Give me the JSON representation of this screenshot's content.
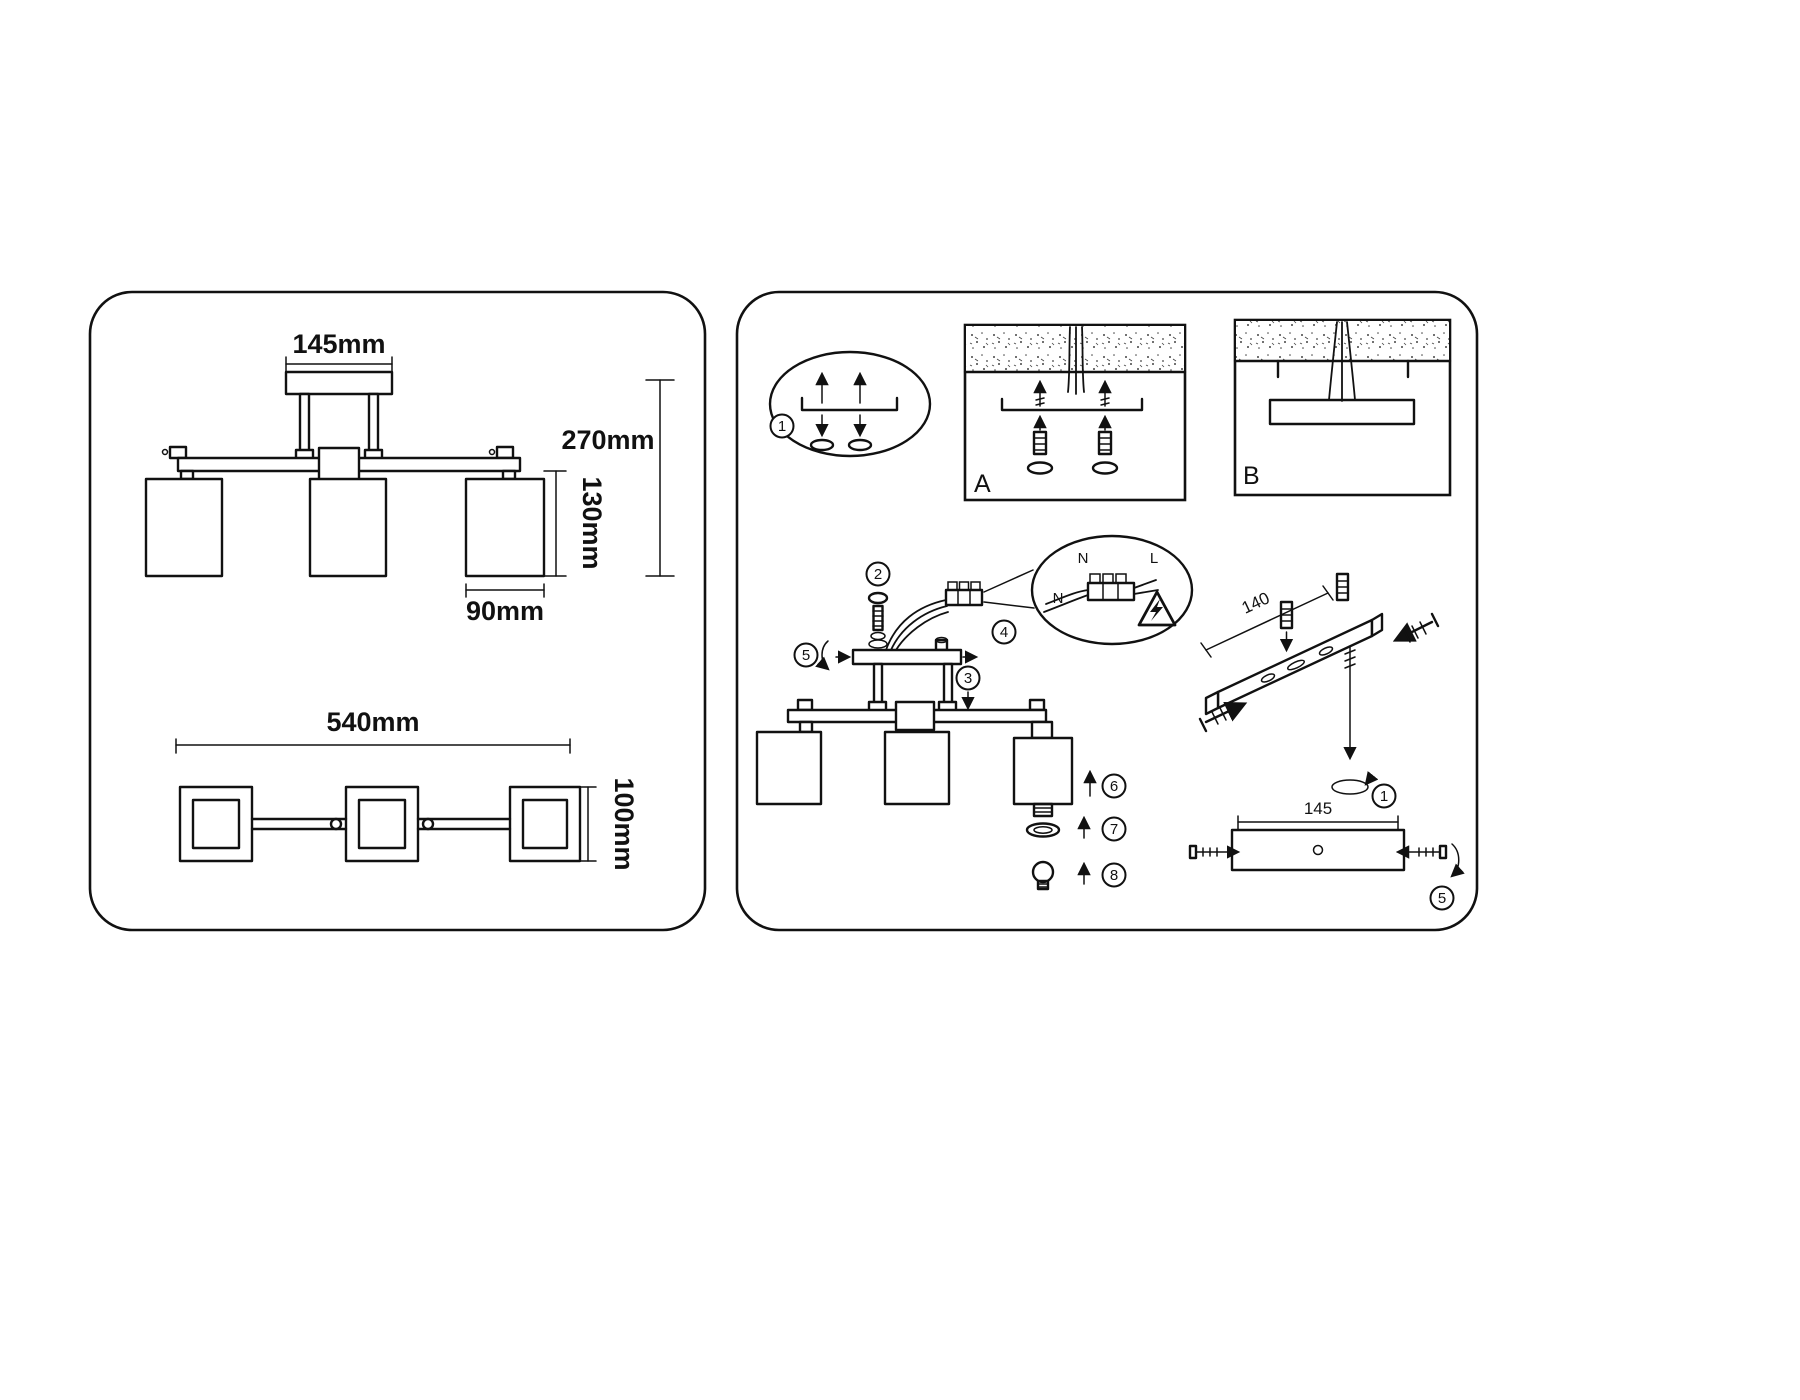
{
  "left_panel": {
    "front_view": {
      "canopy_width": "145mm",
      "total_height": "270mm",
      "shade_height": "130mm",
      "shade_width": "90mm"
    },
    "plan_view": {
      "total_width": "540mm",
      "depth": "100mm"
    }
  },
  "right_panel": {
    "steps": {
      "s1": "1",
      "s2": "2",
      "s3": "3",
      "s4": "4",
      "s5": "5",
      "s6": "6",
      "s7": "7",
      "s8": "8"
    },
    "mount_a": {
      "label": "A"
    },
    "mount_b": {
      "label": "B"
    },
    "wiring": {
      "n_top": "N",
      "l_top": "L",
      "n_side": "N"
    },
    "bracket_dim": "140",
    "plate_dim": "145"
  }
}
